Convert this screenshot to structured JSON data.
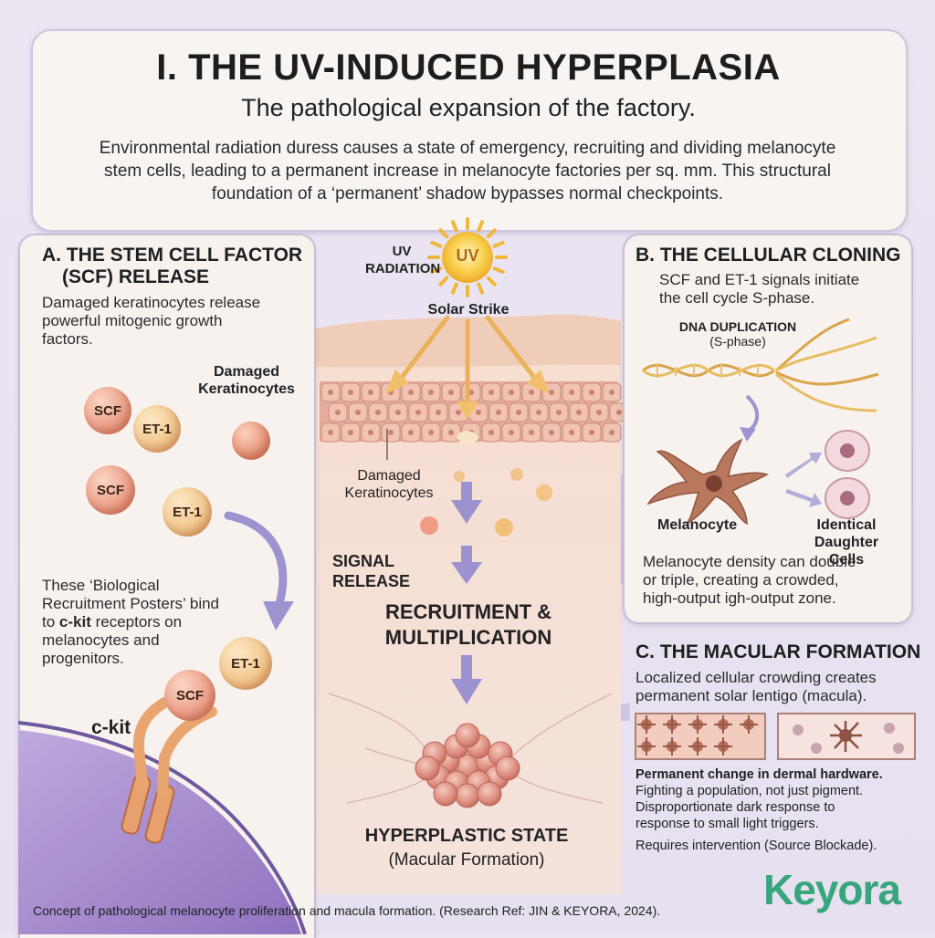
{
  "header": {
    "title": "I. THE UV-INDUCED HYPERPLASIA",
    "subtitle": "The pathological expansion of the factory.",
    "intro_lines": [
      "Environmental radiation duress causes a state of emergency, recruiting and dividing melanocyte",
      "stem cells, leading to a permanent increase in melanocyte factories per sq. mm. This structural",
      "foundation of a ‘permanent’ shadow bypasses normal checkpoints."
    ]
  },
  "panel_a": {
    "title_line1": "A. THE STEM CELL FACTOR",
    "title_line2": "(SCF) RELEASE",
    "desc_lines": [
      "Damaged keratinocytes release",
      "powerful mitogenic growth",
      "factors."
    ],
    "damaged_label_line1": "Damaged",
    "damaged_label_line2": "Keratinocytes",
    "scf": "SCF",
    "et1": "ET-1",
    "note_line1": "These ‘Biological",
    "note_line2": "Recruitment Posters’ bind",
    "note_line3_pre": "to ",
    "note_line3_bold": "c-kit",
    "note_line3_post": " receptors on",
    "note_line4": "melanocytes and",
    "note_line5": "progenitors.",
    "ckit": "c-kit"
  },
  "center": {
    "uv_label_line1": "UV",
    "uv_label_line2": "RADIATION",
    "sun_text": "UV",
    "solar_strike": "Solar Strike",
    "damaged_line1": "Damaged",
    "damaged_line2": "Keratinocytes",
    "signal_line1": "SIGNAL",
    "signal_line2": "RELEASE",
    "recruit_line1": "RECRUITMENT &",
    "recruit_line2": "MULTIPLICATION",
    "hyper_title": "HYPERPLASTIC STATE",
    "hyper_sub": "(Macular Formation)"
  },
  "panel_b": {
    "title": "B. THE CELLULAR CLONING",
    "desc_lines": [
      "SCF and ET-1 signals initiate",
      "the cell cycle S-phase."
    ],
    "dna_title": "DNA DUPLICATION",
    "dna_sub": "(S-phase)",
    "melanocyte": "Melanocyte",
    "daughter_line1": "Identical",
    "daughter_line2": "Daughter Cells",
    "note_lines": [
      "Melanocyte density can double",
      "or triple, creating a crowded,",
      "high-output igh-output zone."
    ]
  },
  "panel_c": {
    "title": "C. THE MACULAR FORMATION",
    "desc_lines": [
      "Localized cellular crowding creates",
      "permanent solar lentigo (macula)."
    ],
    "bold_note": "Permanent change in dermal hardware.",
    "note_lines": [
      "Fighting a population, not just pigment.",
      "Disproportionate dark response to",
      "response to small light triggers."
    ],
    "final_note": "Requires intervention (Source Blockade)."
  },
  "footer": {
    "text": "Concept of pathological melanocyte proliferation and macula formation. (Research Ref: JIN & KEYORA, 2024).",
    "logo": "Keyora"
  },
  "colors": {
    "accent_green": "#37a67c",
    "arrow_purple": "#8f86c9",
    "sun_yellow": "#f6c23c"
  }
}
